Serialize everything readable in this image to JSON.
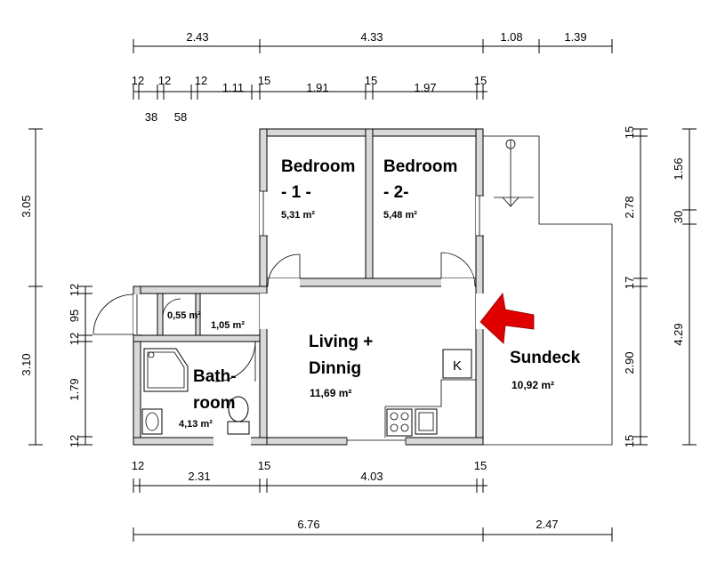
{
  "dimensions": {
    "top_row1": [
      "2.43",
      "4.33",
      "1.08",
      "1.39"
    ],
    "top_row2": [
      "12",
      "12",
      "12",
      "1.11",
      "15",
      "1.91",
      "15",
      "1.97",
      "15"
    ],
    "top_row2_sub": [
      "38",
      "58"
    ],
    "left": [
      "3.05",
      "12",
      "95",
      "12",
      "3.10",
      "1.79",
      "12"
    ],
    "right_inner": [
      "15",
      "2.78",
      "17",
      "2.90",
      "15"
    ],
    "right_outer": [
      "1.56",
      "30",
      "4.29"
    ],
    "bottom_row1": [
      "12",
      "2.31",
      "15",
      "4.03",
      "15"
    ],
    "bottom_row2": [
      "6.76",
      "2.47"
    ]
  },
  "rooms": {
    "bedroom1": {
      "line1": "Bedroom",
      "line2": "- 1 -",
      "area": "5,31 m²"
    },
    "bedroom2": {
      "line1": "Bedroom",
      "line2": "- 2-",
      "area": "5,48 m²"
    },
    "living": {
      "line1": "Living +",
      "line2": "Dinnig",
      "area": "11,69 m²"
    },
    "bathroom": {
      "line1": "Bath-",
      "line2": "room",
      "area": "4,13 m²"
    },
    "sundeck": {
      "line1": "Sundeck",
      "area": "10,92 m²"
    },
    "small_a": {
      "area": "0,55 m²"
    },
    "small_b": {
      "area": "1,05 m²"
    }
  },
  "labels": {
    "kitchen_box": "K"
  },
  "colors": {
    "arrow": "#e00000",
    "wall_fill": "#d9d9d9"
  }
}
